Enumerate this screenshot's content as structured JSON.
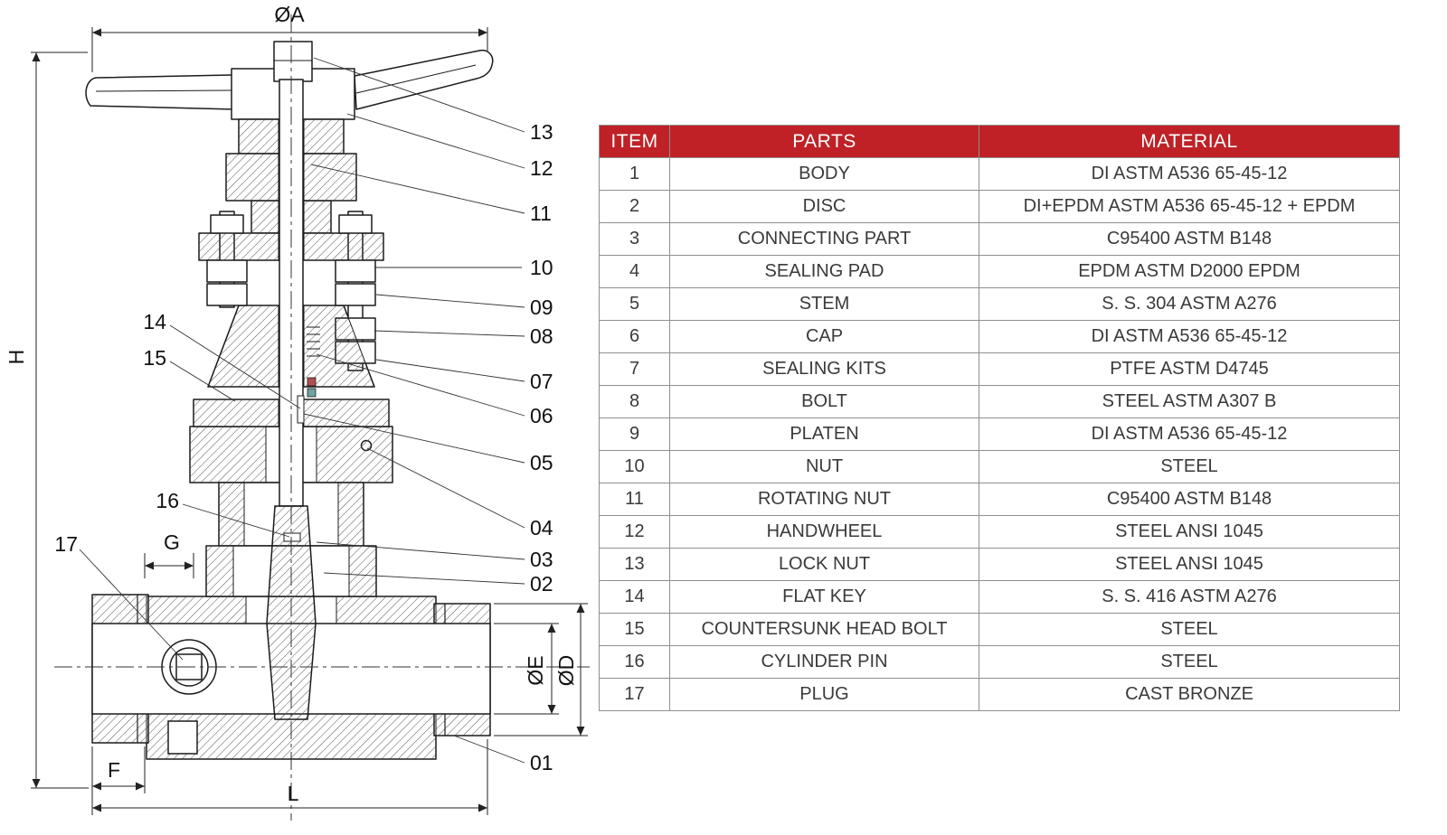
{
  "table": {
    "headers": [
      "ITEM",
      "PARTS",
      "MATERIAL"
    ],
    "header_bg": "#bf2126",
    "header_text_color": "#ffffff",
    "rows": [
      {
        "item": "1",
        "part": "BODY",
        "material": "DI ASTM A536 65-45-12"
      },
      {
        "item": "2",
        "part": "DISC",
        "material": "DI+EPDM ASTM A536 65-45-12 + EPDM"
      },
      {
        "item": "3",
        "part": "CONNECTING PART",
        "material": "C95400 ASTM B148"
      },
      {
        "item": "4",
        "part": "SEALING PAD",
        "material": "EPDM ASTM D2000 EPDM"
      },
      {
        "item": "5",
        "part": "STEM",
        "material": "S. S. 304 ASTM A276"
      },
      {
        "item": "6",
        "part": "CAP",
        "material": "DI ASTM A536 65-45-12"
      },
      {
        "item": "7",
        "part": "SEALING KITS",
        "material": "PTFE ASTM D4745"
      },
      {
        "item": "8",
        "part": "BOLT",
        "material": "STEEL ASTM A307 B"
      },
      {
        "item": "9",
        "part": "PLATEN",
        "material": "DI ASTM A536 65-45-12"
      },
      {
        "item": "10",
        "part": "NUT",
        "material": "STEEL"
      },
      {
        "item": "11",
        "part": "ROTATING NUT",
        "material": "C95400 ASTM B148"
      },
      {
        "item": "12",
        "part": "HANDWHEEL",
        "material": "STEEL ANSI 1045"
      },
      {
        "item": "13",
        "part": "LOCK NUT",
        "material": "STEEL ANSI 1045"
      },
      {
        "item": "14",
        "part": "FLAT KEY",
        "material": "S. S. 416 ASTM A276"
      },
      {
        "item": "15",
        "part": "COUNTERSUNK HEAD BOLT",
        "material": "STEEL"
      },
      {
        "item": "16",
        "part": "CYLINDER PIN",
        "material": "STEEL"
      },
      {
        "item": "17",
        "part": "PLUG",
        "material": "CAST BRONZE"
      }
    ]
  },
  "drawing": {
    "dimensions": {
      "phi_a": "ØA",
      "h": "H",
      "g": "G",
      "f": "F",
      "l": "L",
      "phi_e": "ØE",
      "phi_d": "ØD"
    },
    "callouts_right": [
      "13",
      "12",
      "11",
      "10",
      "09",
      "08",
      "07",
      "06",
      "05",
      "04",
      "03",
      "02",
      "01"
    ],
    "callouts_left": [
      "14",
      "15",
      "16",
      "17"
    ]
  }
}
